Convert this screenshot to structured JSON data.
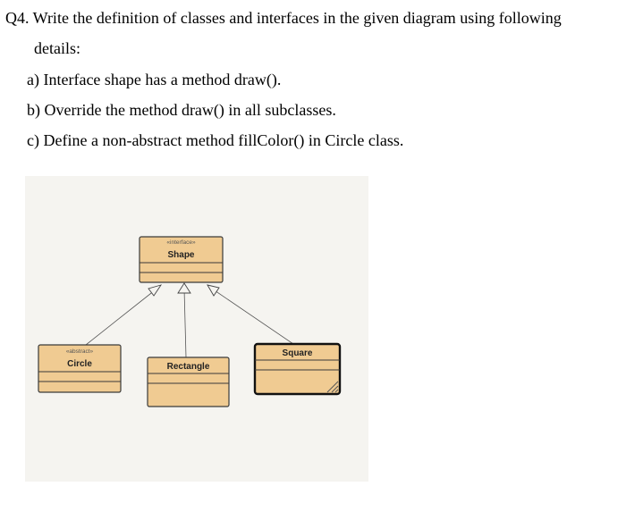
{
  "question": {
    "title": "Q4. Write the definition of classes and interfaces in the given diagram using following",
    "details": "details:",
    "items": [
      "a) Interface shape has a method draw().",
      "b) Override the method draw() in all subclasses.",
      "c) Define a non-abstract method fillColor() in Circle class."
    ]
  },
  "diagram": {
    "colors": {
      "box_fill": "#f0cb92",
      "panel_bg": "#f5f4f0"
    },
    "shape": {
      "stereotype": "«interface»",
      "name": "Shape"
    },
    "circle": {
      "stereotype": "«abstract»",
      "name": "Circle"
    },
    "rectangle": {
      "name": "Rectangle"
    },
    "square": {
      "name": "Square"
    }
  }
}
